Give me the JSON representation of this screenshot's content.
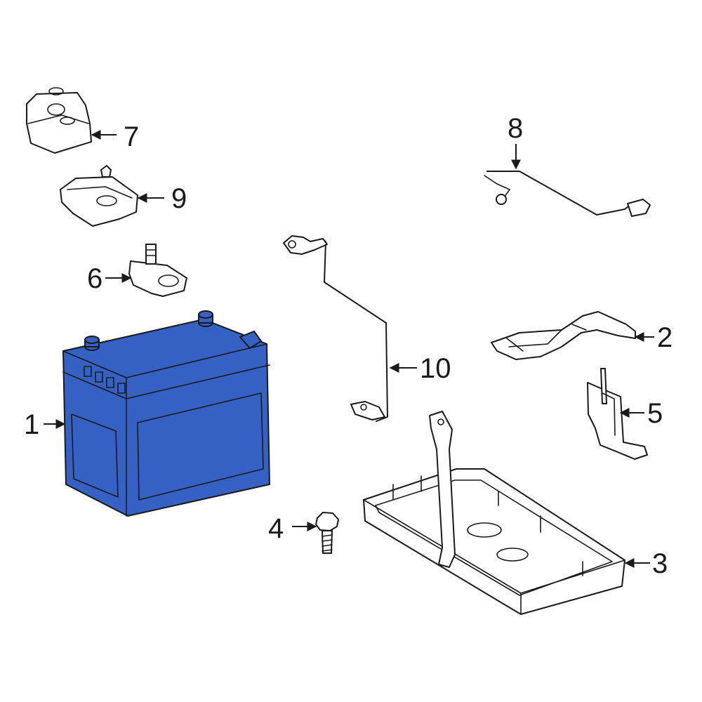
{
  "diagram": {
    "highlight_color": "#3560c4",
    "line_color": "#1a1a1a",
    "callouts": [
      {
        "id": "1",
        "label": "1"
      },
      {
        "id": "2",
        "label": "2"
      },
      {
        "id": "3",
        "label": "3"
      },
      {
        "id": "4",
        "label": "4"
      },
      {
        "id": "5",
        "label": "5"
      },
      {
        "id": "6",
        "label": "6"
      },
      {
        "id": "7",
        "label": "7"
      },
      {
        "id": "8",
        "label": "8"
      },
      {
        "id": "9",
        "label": "9"
      },
      {
        "id": "10",
        "label": "10"
      }
    ]
  }
}
